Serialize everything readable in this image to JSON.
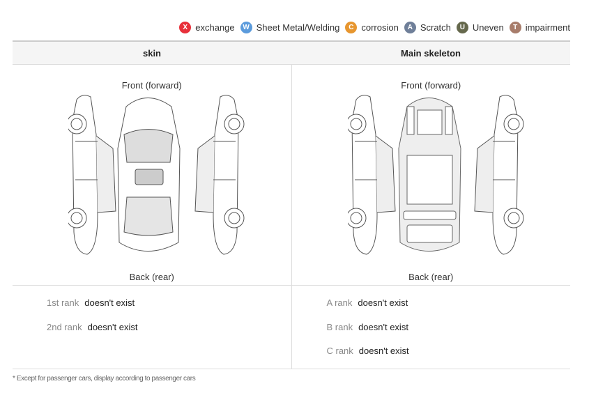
{
  "legend": [
    {
      "code": "X",
      "label": "exchange",
      "color": "#e8303a"
    },
    {
      "code": "W",
      "label": "Sheet Metal/Welding",
      "color": "#5b9bdc"
    },
    {
      "code": "C",
      "label": "corrosion",
      "color": "#e7962f"
    },
    {
      "code": "A",
      "label": "Scratch",
      "color": "#6f7f99"
    },
    {
      "code": "U",
      "label": "Uneven",
      "color": "#66694d"
    },
    {
      "code": "T",
      "label": "impairment",
      "color": "#a87d6b"
    }
  ],
  "columns": [
    "skin",
    "Main skeleton"
  ],
  "diagram": {
    "front": "Front (forward)",
    "back": "Back (rear)"
  },
  "skin_ranks": [
    {
      "rank": "1st rank",
      "value": "doesn't exist"
    },
    {
      "rank": "2nd rank",
      "value": "doesn't exist"
    }
  ],
  "skeleton_ranks": [
    {
      "rank": "A rank",
      "value": "doesn't exist"
    },
    {
      "rank": "B rank",
      "value": "doesn't exist"
    },
    {
      "rank": "C rank",
      "value": "doesn't exist"
    }
  ],
  "footnote": "Except for passenger cars, display according to passenger cars"
}
